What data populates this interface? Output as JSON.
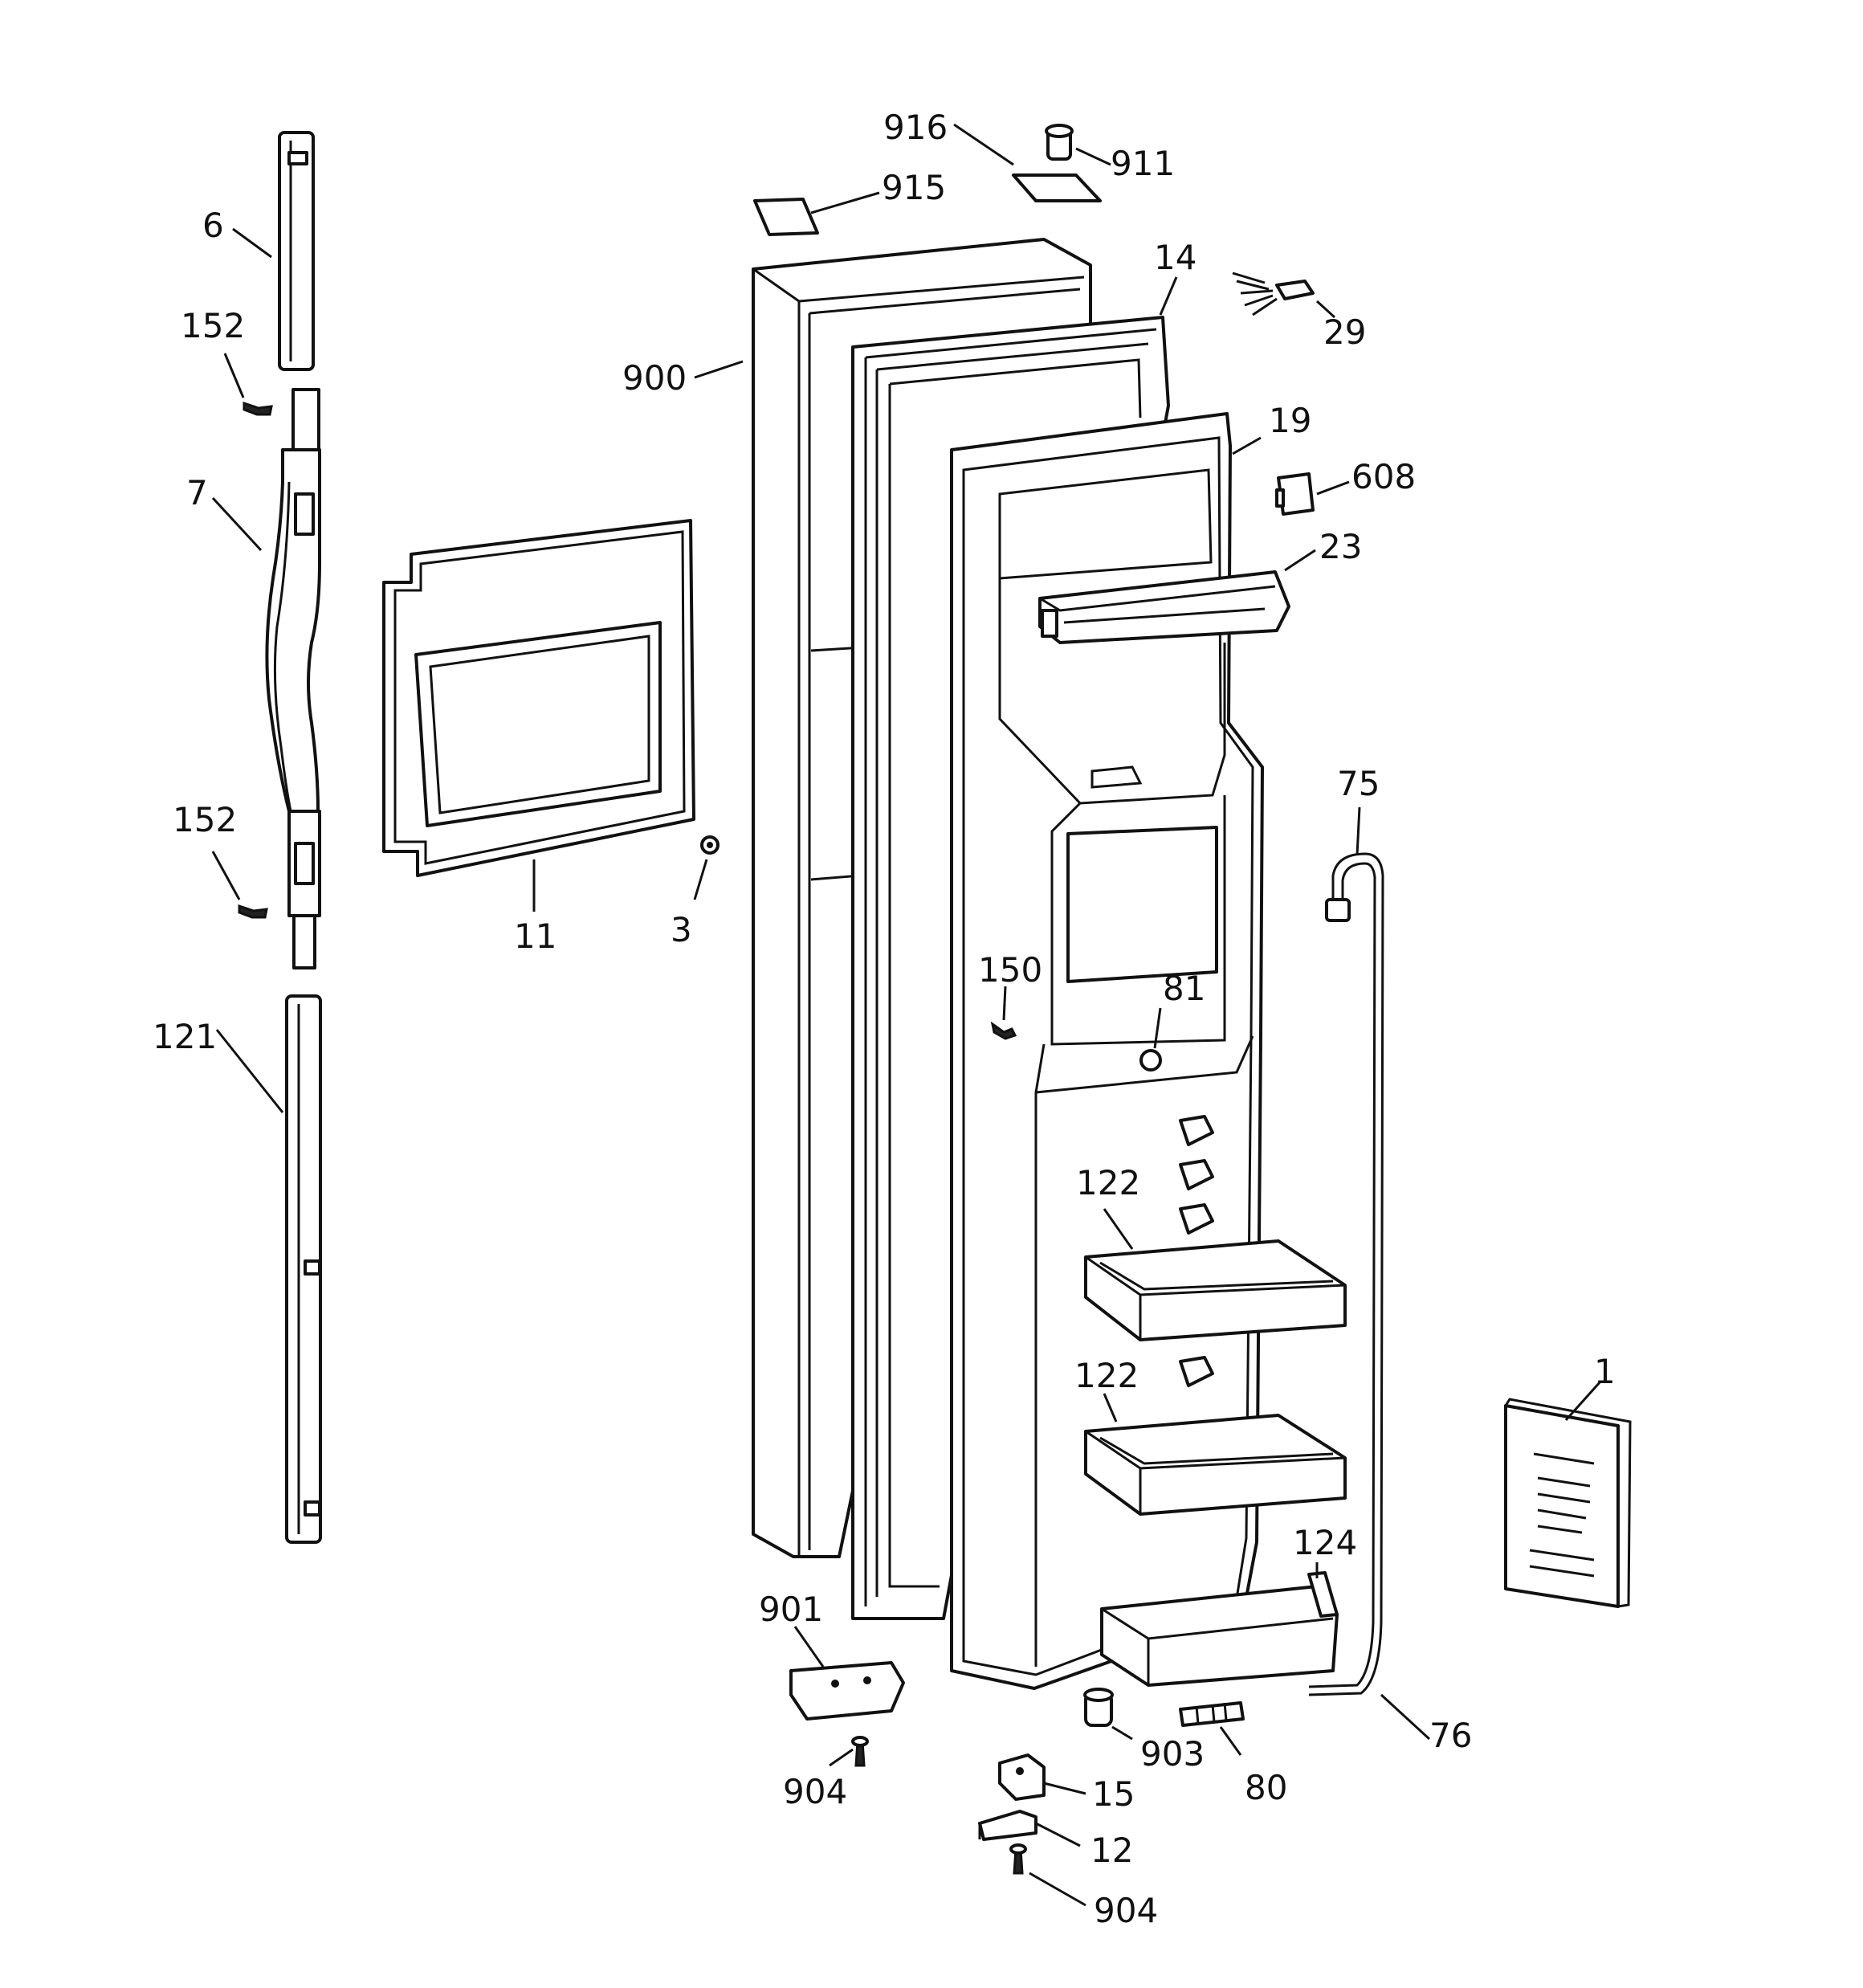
{
  "callouts": {
    "c_6": "6",
    "c_152_top": "152",
    "c_7": "7",
    "c_152_bottom": "152",
    "c_121": "121",
    "c_11": "11",
    "c_3": "3",
    "c_916": "916",
    "c_911": "911",
    "c_915": "915",
    "c_14": "14",
    "c_29": "29",
    "c_900": "900",
    "c_19": "19",
    "c_608": "608",
    "c_23": "23",
    "c_75": "75",
    "c_150": "150",
    "c_81": "81",
    "c_122_top": "122",
    "c_122_bottom": "122",
    "c_1": "1",
    "c_124": "124",
    "c_901": "901",
    "c_904_left": "904",
    "c_903": "903",
    "c_80": "80",
    "c_76": "76",
    "c_15": "15",
    "c_12": "12",
    "c_904_bottom": "904"
  },
  "colors": {
    "line": "#111111",
    "background": "#ffffff"
  }
}
